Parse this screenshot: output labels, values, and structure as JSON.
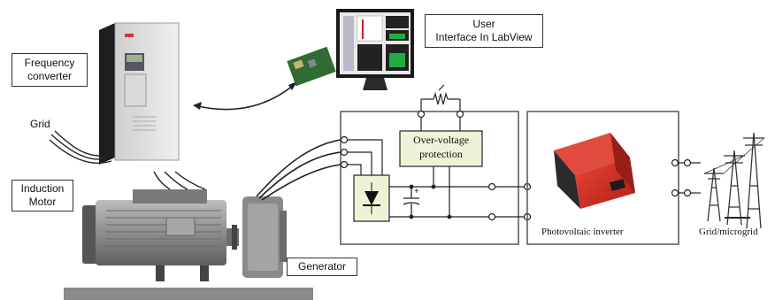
{
  "labels": {
    "frequency_converter": [
      "Frequency",
      "converter"
    ],
    "grid_input": "Grid",
    "induction_motor": [
      "Induction",
      "Motor"
    ],
    "generator": "Generator",
    "user_interface": [
      "User",
      "Interface In LabView"
    ],
    "overvoltage_protection": [
      "Over-voltage",
      "protection"
    ],
    "photovoltaic_inverter": "Photovoltaic inverter",
    "grid_microgrid": "Grid/microgrid",
    "capacitor_plus": "+"
  },
  "colors": {
    "inverter_red": "#d32a1f",
    "inverter_dark": "#2b2b2b",
    "screen_red": "#cc2222",
    "screen_green": "#22aa44",
    "motor_gray": "#8d8d8d",
    "base_gray": "#8a8a8a",
    "wire": "#222222",
    "box_border": "#555555"
  }
}
